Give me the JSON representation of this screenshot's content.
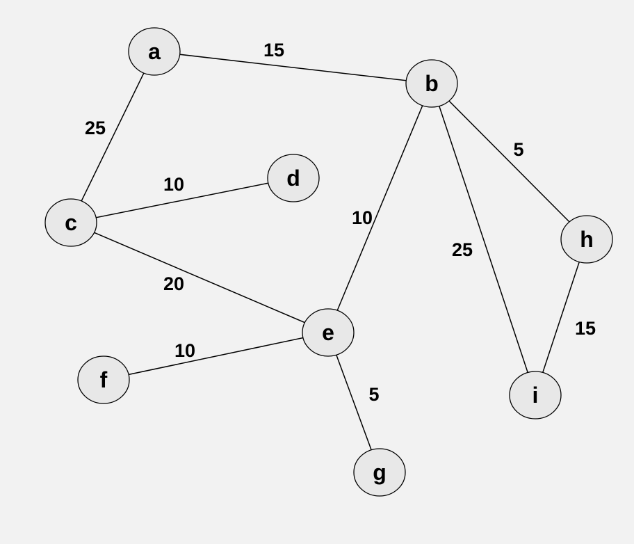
{
  "graph": {
    "nodes": [
      {
        "id": "a",
        "label": "a"
      },
      {
        "id": "b",
        "label": "b"
      },
      {
        "id": "c",
        "label": "c"
      },
      {
        "id": "d",
        "label": "d"
      },
      {
        "id": "e",
        "label": "e"
      },
      {
        "id": "f",
        "label": "f"
      },
      {
        "id": "g",
        "label": "g"
      },
      {
        "id": "h",
        "label": "h"
      },
      {
        "id": "i",
        "label": "i"
      }
    ],
    "edges": [
      {
        "from": "a",
        "to": "b",
        "weight": "15"
      },
      {
        "from": "a",
        "to": "c",
        "weight": "25"
      },
      {
        "from": "c",
        "to": "d",
        "weight": "10"
      },
      {
        "from": "c",
        "to": "e",
        "weight": "20"
      },
      {
        "from": "b",
        "to": "e",
        "weight": "10"
      },
      {
        "from": "b",
        "to": "i",
        "weight": "25"
      },
      {
        "from": "b",
        "to": "h",
        "weight": "5"
      },
      {
        "from": "h",
        "to": "i",
        "weight": "15"
      },
      {
        "from": "e",
        "to": "f",
        "weight": "10"
      },
      {
        "from": "e",
        "to": "g",
        "weight": "5"
      }
    ]
  }
}
